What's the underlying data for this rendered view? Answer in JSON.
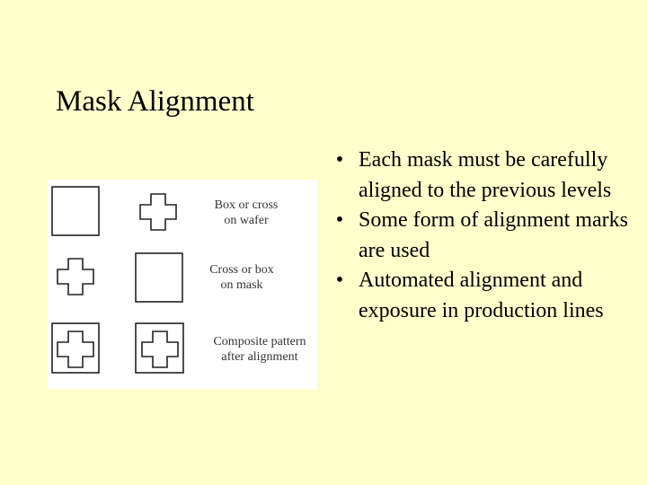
{
  "slide": {
    "title": "Mask Alignment"
  },
  "figure": {
    "labels": {
      "row1_line1": "Box or cross",
      "row1_line2": "on wafer",
      "row2_line1": "Cross or box",
      "row2_line2": "on mask",
      "row3_line1": "Composite pattern",
      "row3_line2": "after alignment"
    }
  },
  "bullets": [
    "Each mask must be carefully aligned to the previous levels",
    "Some form of alignment marks are used",
    "Automated alignment and exposure in production lines"
  ],
  "bullet_symbol": "•",
  "colors": {
    "background": "#ffffcc",
    "figure_background": "#ffffff"
  }
}
